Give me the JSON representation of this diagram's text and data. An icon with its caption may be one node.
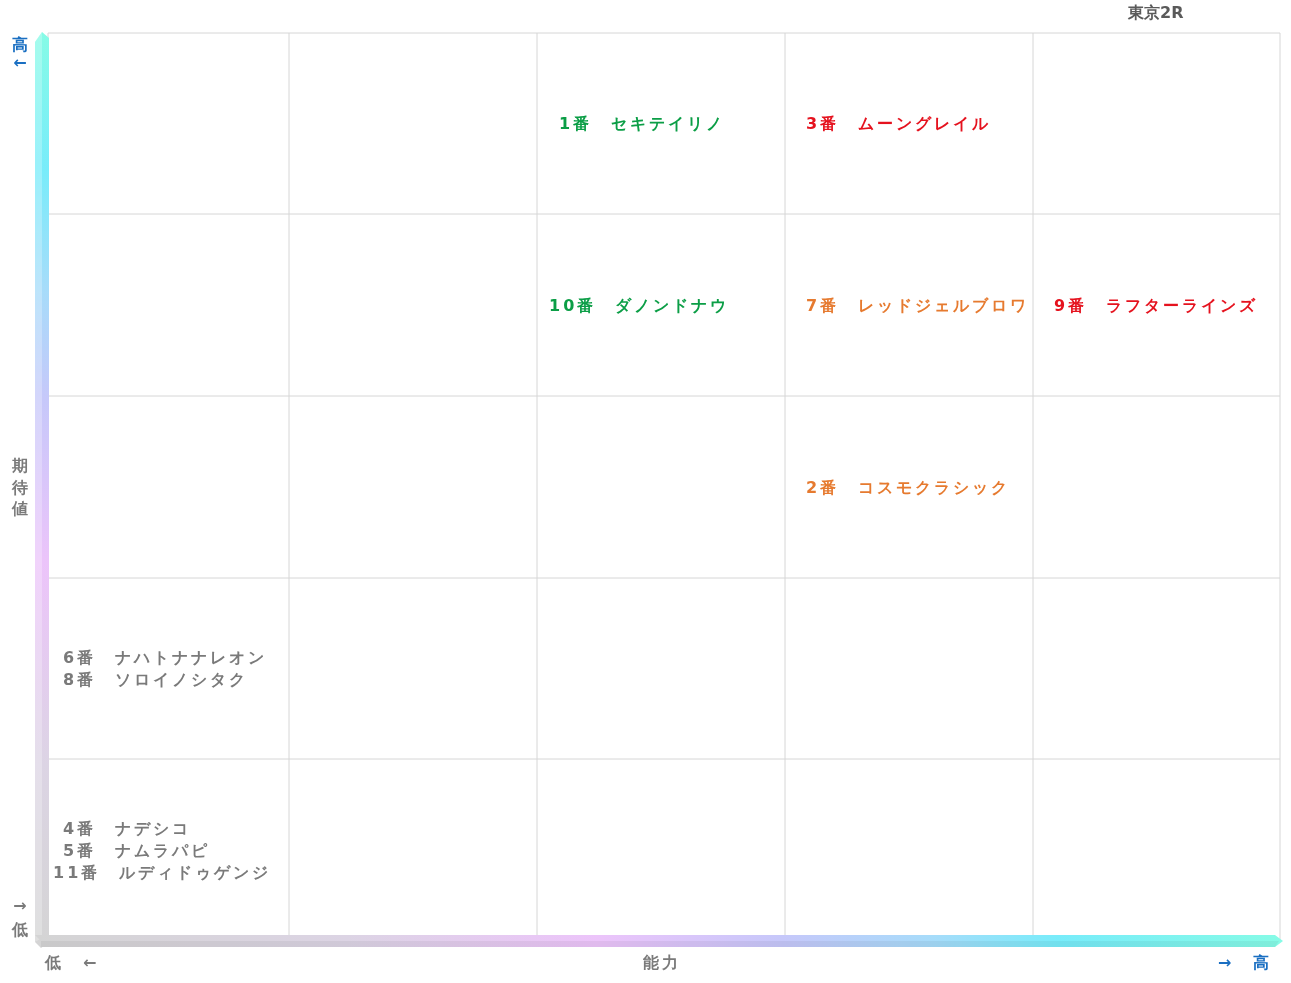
{
  "diagram": {
    "title": "東京2R",
    "labels": [
      "高←",
      "1番　セキテイリノ",
      "3番　ムーングレイル",
      "10番　ダノンドナウ",
      "7番　レッドジェルブロワ",
      "9番　ラフターラインズ",
      "期待値",
      "2番　コスモクラシック",
      "6番　ナハトナナレオン",
      "8番　ソロイノシタク",
      "4番　ナデシコ",
      "5番　ナムラパピ",
      "11番　ルディドゥゲンジ",
      "→低",
      "低　←",
      "能力",
      "→　高"
    ]
  }
}
